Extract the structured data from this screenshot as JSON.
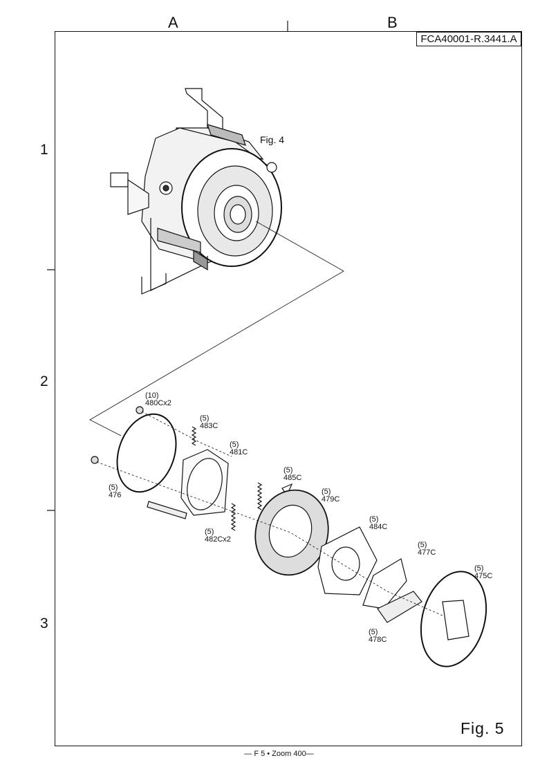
{
  "grid": {
    "columns": [
      "A",
      "B"
    ],
    "rows": [
      "1",
      "2",
      "3"
    ]
  },
  "document_code": "FCA40001-R.3441.A",
  "figure_ref": "Fig. 4",
  "figure_title": "Fig.  5",
  "footer": "— F 5 • Zoom 400—",
  "parts": [
    {
      "qty": "(10)",
      "code": "480Cx2"
    },
    {
      "qty": "(5)",
      "code": "483C"
    },
    {
      "qty": "(5)",
      "code": "481C"
    },
    {
      "qty": "(5)",
      "code": "476"
    },
    {
      "qty": "(5)",
      "code": "485C"
    },
    {
      "qty": "(5)",
      "code": "479C"
    },
    {
      "qty": "(5)",
      "code": "482Cx2"
    },
    {
      "qty": "(5)",
      "code": "484C"
    },
    {
      "qty": "(5)",
      "code": "477C"
    },
    {
      "qty": "(5)",
      "code": "475C"
    },
    {
      "qty": "(5)",
      "code": "478C"
    }
  ]
}
